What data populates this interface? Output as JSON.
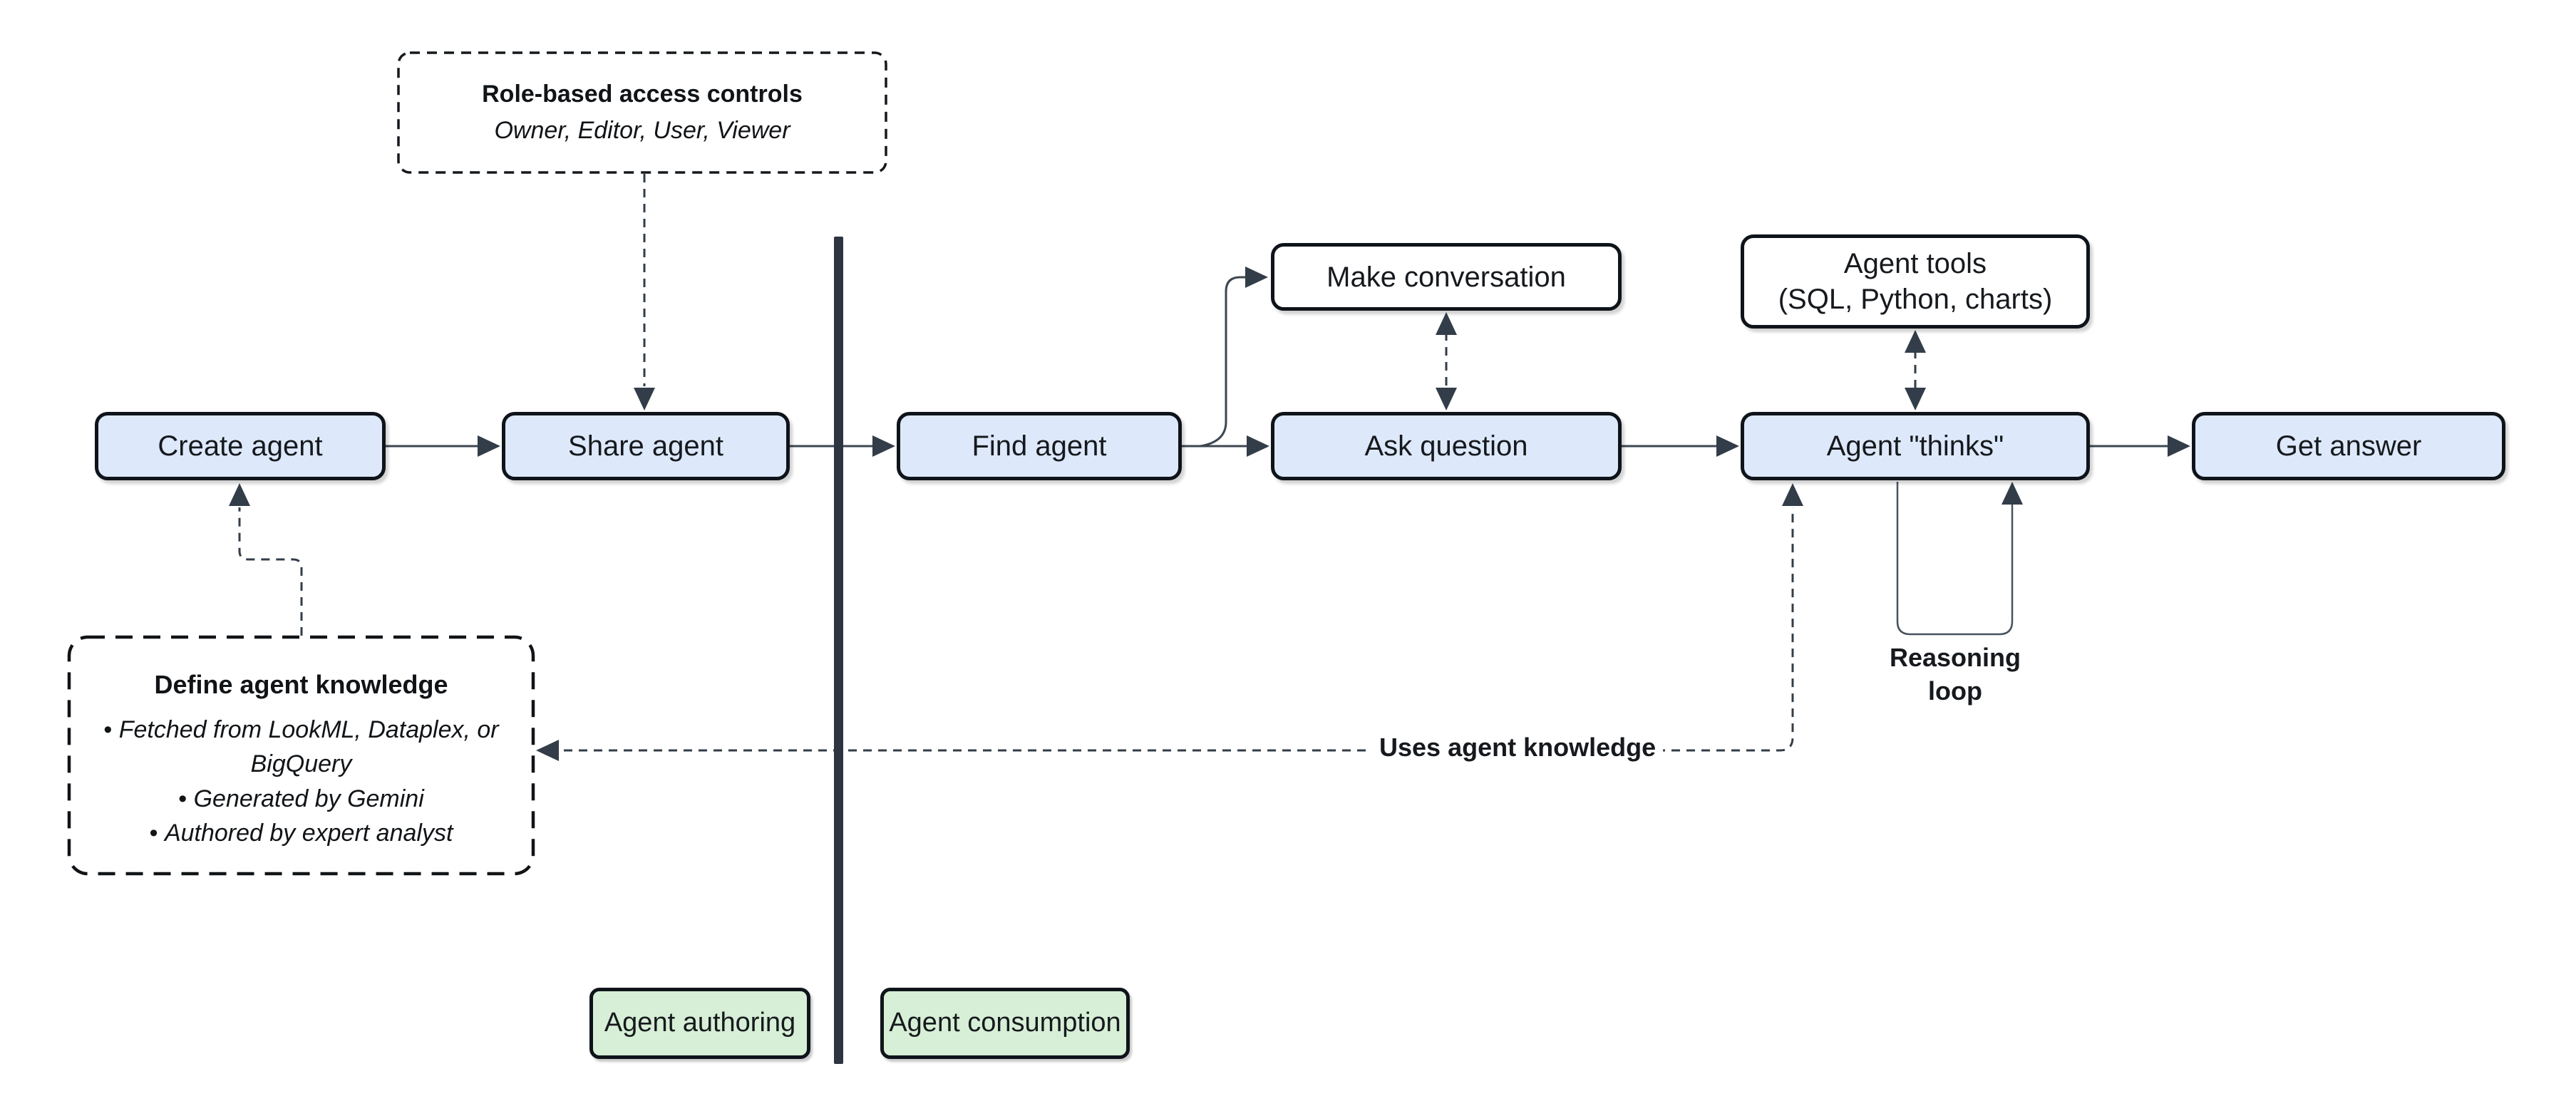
{
  "diagram": {
    "nodes": {
      "create_agent": {
        "label": "Create agent"
      },
      "share_agent": {
        "label": "Share agent"
      },
      "find_agent": {
        "label": "Find agent"
      },
      "make_conversation": {
        "label": "Make conversation"
      },
      "ask_question": {
        "label": "Ask question"
      },
      "agent_tools": {
        "label": "Agent tools",
        "sublabel": "(SQL, Python, charts)"
      },
      "agent_thinks": {
        "label": "Agent \"thinks\""
      },
      "get_answer": {
        "label": "Get answer"
      }
    },
    "annotations": {
      "rbac": {
        "title": "Role-based access controls",
        "subtitle": "Owner, Editor, User, Viewer"
      },
      "knowledge": {
        "title": "Define agent knowledge",
        "bullets": [
          "Fetched from LookML, Dataplex, or BigQuery",
          "Generated by Gemini",
          "Authored by expert analyst"
        ]
      },
      "reasoning_loop": "Reasoning loop",
      "uses_agent_knowledge": "Uses agent knowledge"
    },
    "lanes": {
      "authoring": "Agent authoring",
      "consumption": "Agent consumption"
    },
    "colors": {
      "node_fill_blue": "#dde9fa",
      "node_fill_white": "#ffffff",
      "lane_fill_green": "#d6efd6",
      "node_border": "#0f141a",
      "connector": "#3d4752",
      "arrowhead": "#323d49",
      "divider": "#2c3540",
      "text": "#16191d"
    }
  }
}
